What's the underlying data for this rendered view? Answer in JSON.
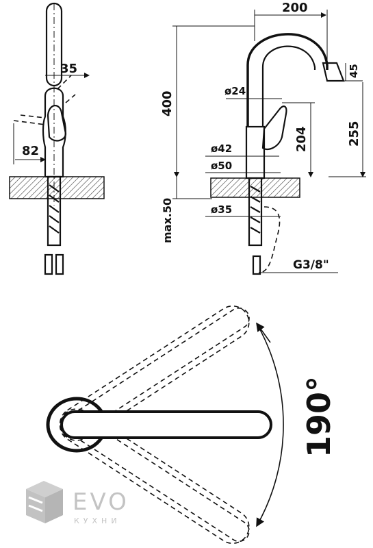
{
  "dimensions": {
    "width_200": "200",
    "height_400": "400",
    "spout_dia": "ø24",
    "lever_height": "204",
    "outlet_height": "255",
    "head_45": "45",
    "side_35": "35",
    "side_82": "82",
    "dia_42": "ø42",
    "dia_50": "ø50",
    "dia_35": "ø35",
    "max_thickness": "max.50",
    "thread": "G3/8\"",
    "swivel_angle": "190°"
  },
  "logo": {
    "brand": "EVO",
    "subtitle": "КУХНИ",
    "color": "#c3c3c3"
  }
}
